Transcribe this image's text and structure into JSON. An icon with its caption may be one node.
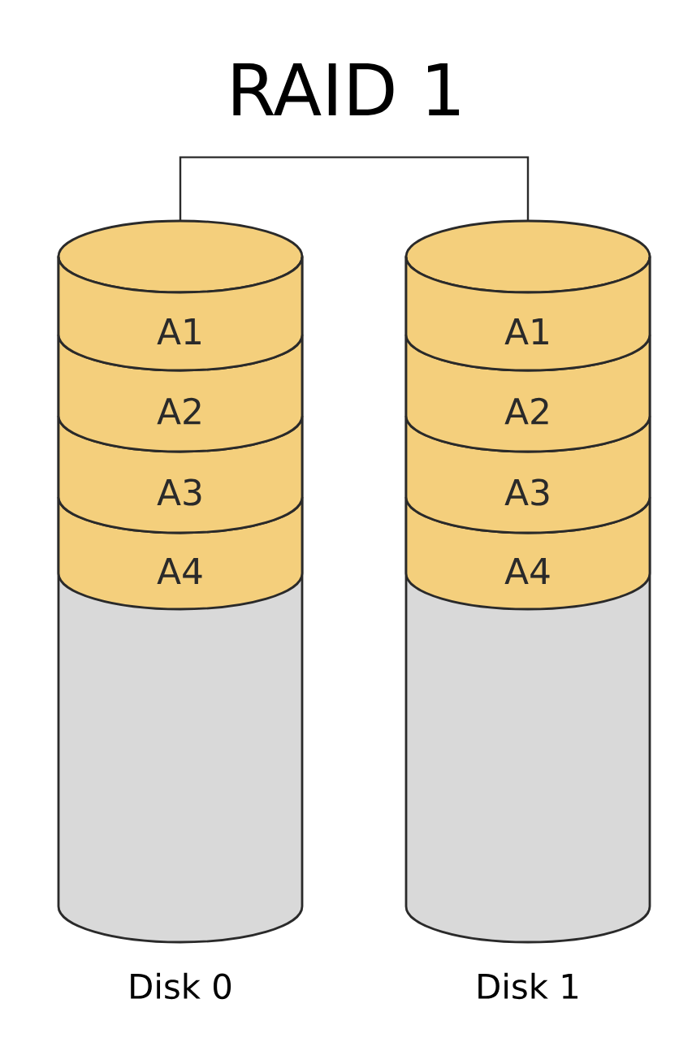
{
  "diagram": {
    "title": "RAID 1",
    "nodes": [
      {
        "text": [],
        "shape": "cylinder",
        "beside": [
          "Disk 0"
        ]
      },
      {
        "text": [
          "A1"
        ],
        "in": 0
      },
      {
        "text": [
          "A2"
        ],
        "in": 0
      },
      {
        "text": [
          "A3"
        ],
        "in": 0
      },
      {
        "text": [
          "A4"
        ],
        "in": 0
      },
      {
        "text": [],
        "shape": "cylinder",
        "beside": [
          "Disk 1"
        ]
      },
      {
        "text": [
          "A1"
        ],
        "in": 5
      },
      {
        "text": [
          "A2"
        ],
        "in": 5
      },
      {
        "text": [
          "A3"
        ],
        "in": 5
      },
      {
        "text": [
          "A4"
        ],
        "in": 5
      }
    ],
    "edges": [
      {
        "from": 0,
        "to": 5,
        "arrow": "none"
      }
    ]
  }
}
